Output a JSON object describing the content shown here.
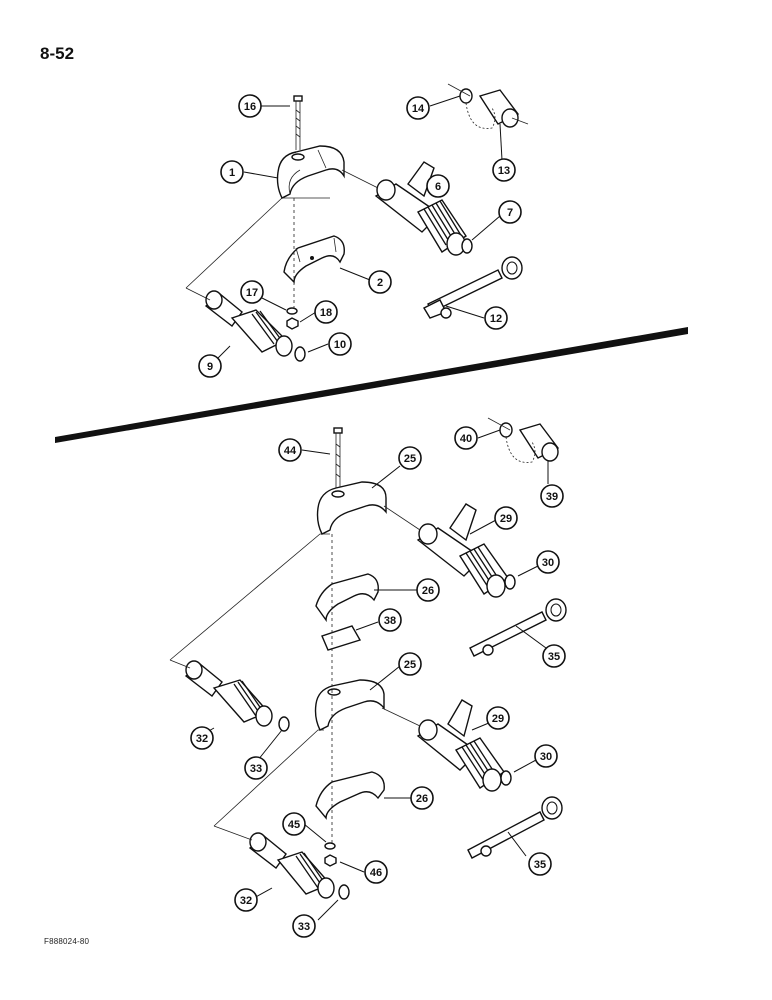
{
  "page": {
    "number": "8-52",
    "figure_code": "F888024-80"
  },
  "callouts": {
    "c16": "16",
    "c14": "14",
    "c1": "1",
    "c6": "6",
    "c13": "13",
    "c7": "7",
    "c2": "2",
    "c17": "17",
    "c18": "18",
    "c12": "12",
    "c10": "10",
    "c9": "9",
    "c44": "44",
    "c40": "40",
    "c25a": "25",
    "c29a": "29",
    "c39": "39",
    "c30a": "30",
    "c26a": "26",
    "c38": "38",
    "c35a": "35",
    "c25b": "25",
    "c29b": "29",
    "c32a": "32",
    "c33a": "33",
    "c30b": "30",
    "c26b": "26",
    "c45": "45",
    "c46": "46",
    "c35b": "35",
    "c32b": "32",
    "c33b": "33"
  }
}
